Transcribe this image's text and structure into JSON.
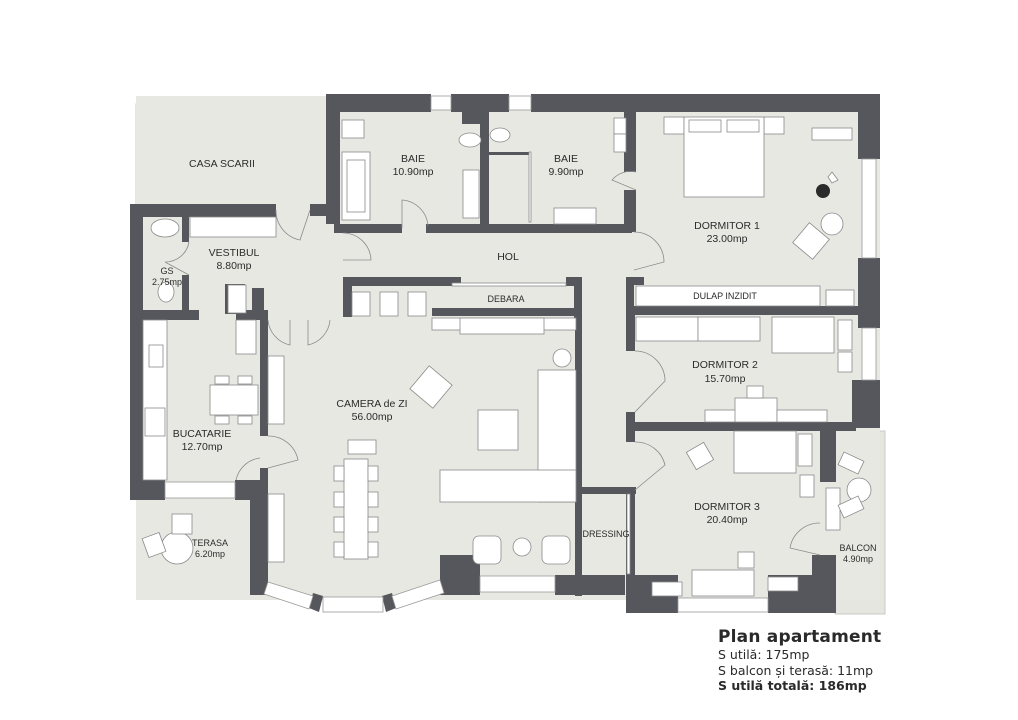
{
  "plan": {
    "rooms": [
      {
        "id": "casa-scarii",
        "name": "CASA SCARII",
        "area": ""
      },
      {
        "id": "vestibul",
        "name": "VESTIBUL",
        "area": "8.80mp"
      },
      {
        "id": "gs",
        "name": "GS",
        "area": "2.75mp"
      },
      {
        "id": "baie-1",
        "name": "BAIE",
        "area": "10.90mp"
      },
      {
        "id": "baie-2",
        "name": "BAIE",
        "area": "9.90mp"
      },
      {
        "id": "hol",
        "name": "HOL",
        "area": ""
      },
      {
        "id": "debara",
        "name": "DEBARA",
        "area": ""
      },
      {
        "id": "dormitor-1",
        "name": "DORMITOR 1",
        "area": "23.00mp"
      },
      {
        "id": "dulap-inzidit",
        "name": "DULAP INZIDIT",
        "area": ""
      },
      {
        "id": "dormitor-2",
        "name": "DORMITOR 2",
        "area": "15.70mp"
      },
      {
        "id": "camera-de-zi",
        "name": "CAMERA de ZI",
        "area": "56.00mp"
      },
      {
        "id": "bucatarie",
        "name": "BUCATARIE",
        "area": "12.70mp"
      },
      {
        "id": "terasa",
        "name": "TERASA",
        "area": "6.20mp"
      },
      {
        "id": "dressing",
        "name": "DRESSING",
        "area": ""
      },
      {
        "id": "dormitor-3",
        "name": "DORMITOR 3",
        "area": "20.40mp"
      },
      {
        "id": "balcon",
        "name": "BALCON",
        "area": "4.90mp"
      }
    ]
  },
  "legend": {
    "title": "Plan apartament",
    "line1": "S utilă: 175mp",
    "line2": "S balcon și terasă: 11mp",
    "line3": "S utilă totală: 186mp"
  },
  "colors": {
    "wall": "#55575c",
    "floor": "#e8e8e3",
    "furniture": "#ffffff",
    "text": "#2b2b2b"
  }
}
